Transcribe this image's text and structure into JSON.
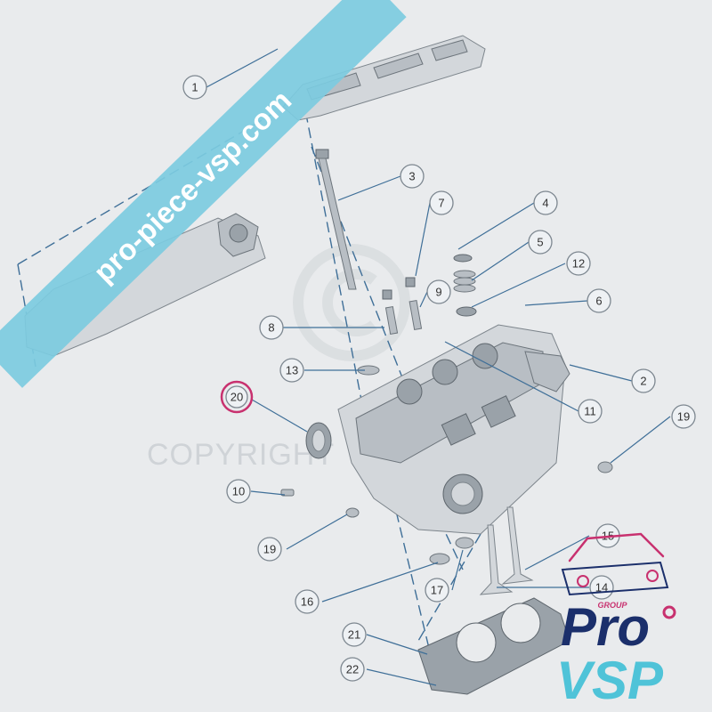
{
  "watermark": {
    "banner_text": "pro-piece-vsp.com",
    "copyright_text": "COPYRIGHT",
    "banner_color": "#7ccbe0"
  },
  "logo": {
    "group_text": "GROUP",
    "brand_pro": "Pro",
    "brand_vsp": "VSP",
    "colors": {
      "navy": "#1b2f6b",
      "cyan": "#4fc3d8",
      "magenta": "#c8316f"
    }
  },
  "callouts": [
    {
      "id": "1",
      "label": "1"
    },
    {
      "id": "2",
      "label": "2"
    },
    {
      "id": "3",
      "label": "3"
    },
    {
      "id": "4",
      "label": "4"
    },
    {
      "id": "5",
      "label": "5"
    },
    {
      "id": "6",
      "label": "6"
    },
    {
      "id": "7",
      "label": "7"
    },
    {
      "id": "8",
      "label": "8"
    },
    {
      "id": "9",
      "label": "9"
    },
    {
      "id": "10",
      "label": "10"
    },
    {
      "id": "11",
      "label": "11"
    },
    {
      "id": "12",
      "label": "12"
    },
    {
      "id": "13",
      "label": "13"
    },
    {
      "id": "14",
      "label": "14"
    },
    {
      "id": "15",
      "label": "15"
    },
    {
      "id": "16",
      "label": "16"
    },
    {
      "id": "17",
      "label": "17"
    },
    {
      "id": "19a",
      "label": "19"
    },
    {
      "id": "19b",
      "label": "19"
    },
    {
      "id": "20",
      "label": "20",
      "highlighted": true
    },
    {
      "id": "21",
      "label": "21"
    },
    {
      "id": "22",
      "label": "22"
    }
  ],
  "highlight_color": "#c8316f"
}
